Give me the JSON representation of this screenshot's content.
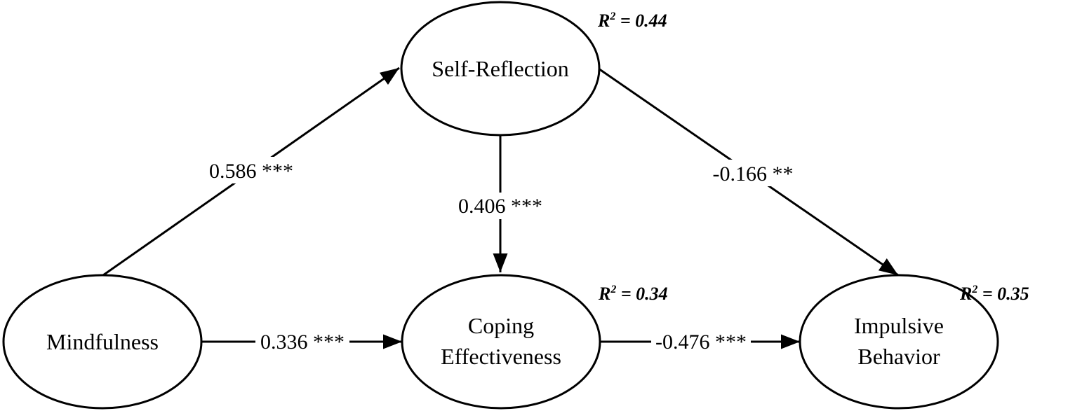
{
  "nodes": {
    "self_reflection": {
      "lines": [
        "Self-Reflection"
      ],
      "r2_prefix": "R",
      "r2_sup": "2",
      "r2_value": " = 0.44"
    },
    "mindfulness": {
      "lines": [
        "Mindfulness"
      ]
    },
    "coping": {
      "lines": [
        "Coping",
        "Effectiveness"
      ],
      "r2_prefix": "R",
      "r2_sup": "2",
      "r2_value": " = 0.34"
    },
    "impulsive": {
      "lines": [
        "Impulsive",
        "Behavior"
      ],
      "r2_prefix": "R",
      "r2_sup": "2",
      "r2_value": " = 0.35"
    }
  },
  "edges": {
    "mindfulness_to_self_reflection": "0.586 ***",
    "self_reflection_to_coping": "0.406 ***",
    "self_reflection_to_impulsive": "-0.166 **",
    "mindfulness_to_coping": "0.336 ***",
    "coping_to_impulsive": "-0.476 ***"
  },
  "colors": {
    "stroke": "#000000",
    "background": "#ffffff"
  }
}
